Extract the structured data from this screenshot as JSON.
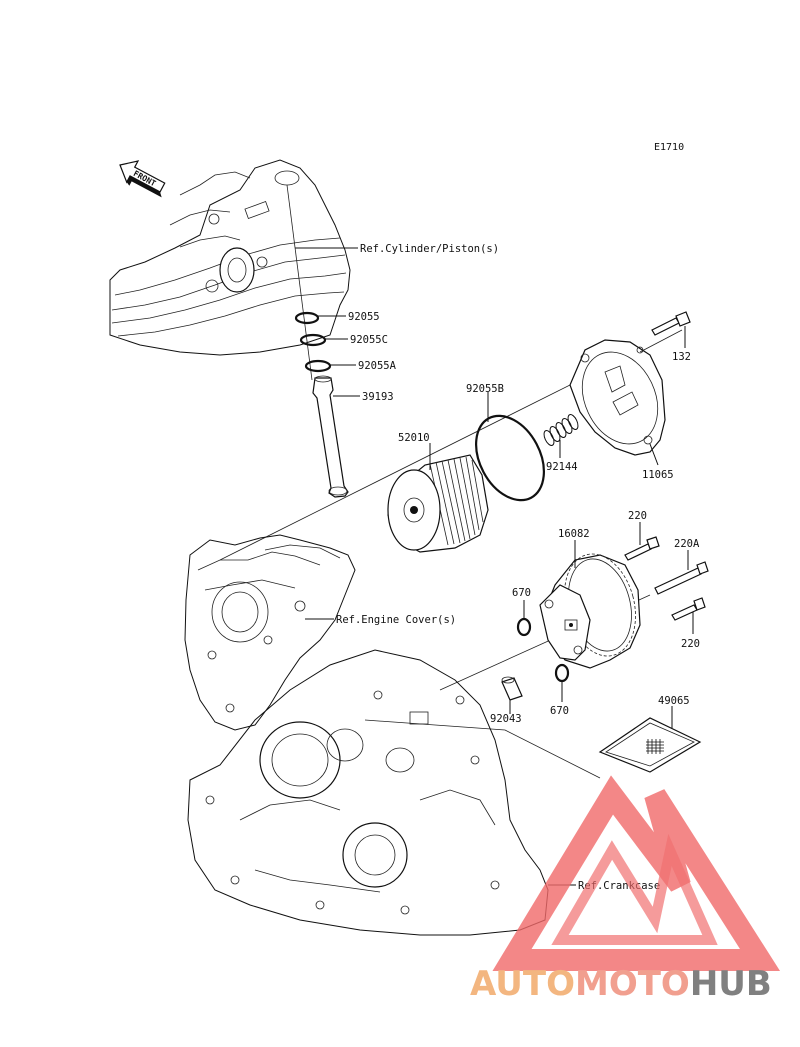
{
  "diagram_code": "E1710",
  "front_arrow": {
    "label": "FRONT",
    "icon": "front-arrow-icon"
  },
  "parts": [
    {
      "id": "p92055",
      "number": "92055"
    },
    {
      "id": "p92055c",
      "number": "92055C"
    },
    {
      "id": "p92055a",
      "number": "92055A"
    },
    {
      "id": "p39193",
      "number": "39193"
    },
    {
      "id": "p52010",
      "number": "52010"
    },
    {
      "id": "p92055b",
      "number": "92055B"
    },
    {
      "id": "p92144",
      "number": "92144"
    },
    {
      "id": "p132",
      "number": "132"
    },
    {
      "id": "p11065",
      "number": "11065"
    },
    {
      "id": "p16082",
      "number": "16082"
    },
    {
      "id": "p220top",
      "number": "220"
    },
    {
      "id": "p220a",
      "number": "220A"
    },
    {
      "id": "p220bot",
      "number": "220"
    },
    {
      "id": "p670top",
      "number": "670"
    },
    {
      "id": "p670bot",
      "number": "670"
    },
    {
      "id": "p92043",
      "number": "92043"
    },
    {
      "id": "p49065",
      "number": "49065"
    }
  ],
  "references": {
    "cylinder": "Ref.Cylinder/Piston(s)",
    "engine_cover": "Ref.Engine Cover(s)",
    "crankcase": "Ref.Crankcase"
  },
  "watermark": {
    "part1": "AUTO",
    "part2": "MOTO",
    "part3": "HUB",
    "colors": {
      "auto": "#f3b37a",
      "moto": "#f19a8a",
      "hub": "#7a7a7a",
      "triangle": "#f06a6a"
    }
  }
}
